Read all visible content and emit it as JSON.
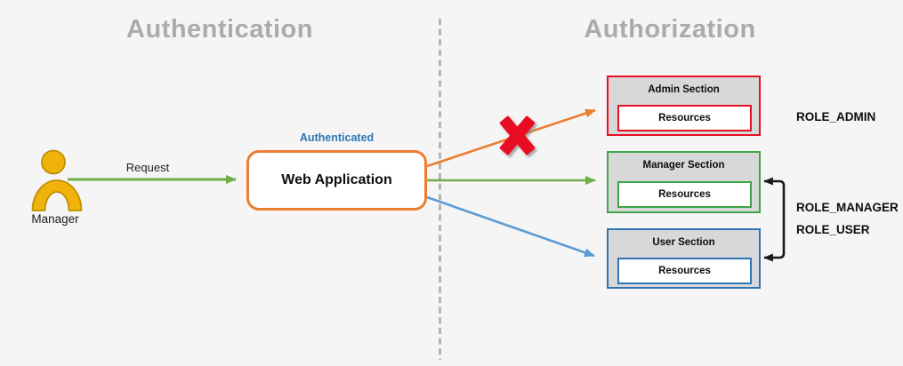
{
  "header": {
    "left_title": "Authentication",
    "right_title": "Authorization"
  },
  "actor": {
    "label": "Manager"
  },
  "flow": {
    "request_label": "Request",
    "authenticated_label": "Authenticated",
    "app_label": "Web Application"
  },
  "sections": [
    {
      "title": "Admin Section",
      "resources_label": "Resources",
      "role": "ROLE_ADMIN",
      "accent": "#E81123",
      "access": "denied"
    },
    {
      "title": "Manager Section",
      "resources_label": "Resources",
      "role": "ROLE_MANAGER",
      "accent": "#3FA348",
      "access": "granted"
    },
    {
      "title": "User Section",
      "resources_label": "Resources",
      "role": "ROLE_USER",
      "accent": "#2E75B6",
      "access": "granted"
    }
  ],
  "colors": {
    "background": "#F5F5F5",
    "phase_title_gray": "#ABABAB",
    "divider_gray": "#ABABAB",
    "actor_fill": "#F0B30B",
    "actor_stroke": "#BF9000",
    "arrow_request_green": "#70AD47",
    "arrow_admin_orange": "#ED7D31",
    "arrow_manager_green": "#70AD47",
    "arrow_user_blue": "#5B9BD5",
    "webapp_border_orange": "#ED7D31",
    "authenticated_blue": "#2E75B6",
    "denied_cross_red": "#E81123",
    "section_fill_gray": "#D8D8D8",
    "connector_black": "#1a1a1a"
  }
}
